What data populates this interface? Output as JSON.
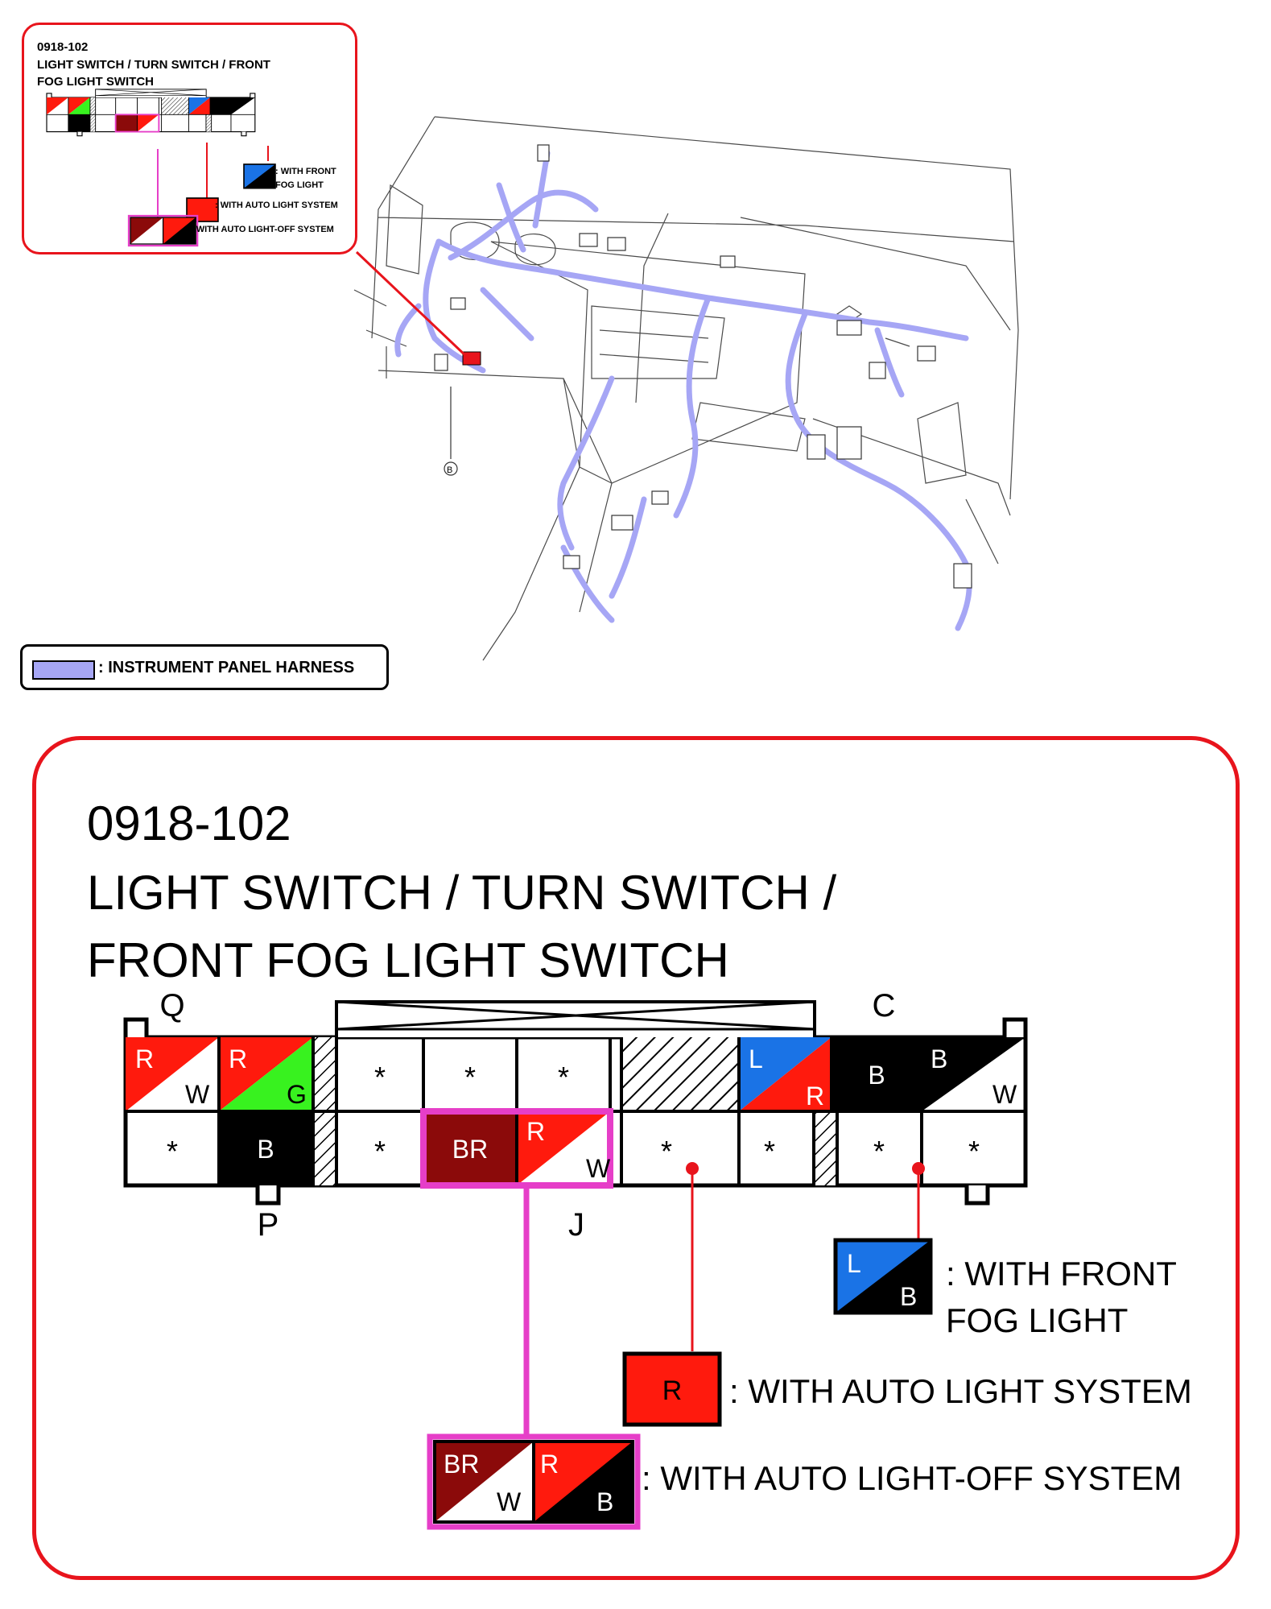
{
  "inset": {
    "code": "0918-102",
    "title": "LIGHT SWITCH / TURN SWITCH / FRONT FOG LIGHT SWITCH"
  },
  "main": {
    "code": "0918-102",
    "title": "LIGHT SWITCH / TURN SWITCH / FRONT FOG LIGHT SWITCH"
  },
  "harness_legend": {
    "label": ": INSTRUMENT PANEL HARNESS",
    "color": "#a6a6f5"
  },
  "connector": {
    "lock_labels": {
      "q": "Q",
      "c": "C",
      "p": "P",
      "j": "J"
    },
    "asterisk": "*",
    "top_row": {
      "t1": {
        "a": "R",
        "b": "W"
      },
      "t2": {
        "a": "R",
        "b": "G"
      },
      "t7": {
        "a": "L",
        "b": "R"
      },
      "t8": {
        "a": "B"
      },
      "t9": {
        "a": "B",
        "b": "W"
      }
    },
    "bottom_row": {
      "b2": {
        "a": "B"
      },
      "b4": {
        "a": "BR"
      },
      "b5": {
        "a": "R",
        "b": "W"
      }
    }
  },
  "notes": {
    "fog": {
      "text": ": WITH FRONT FOG LIGHT",
      "a": "L",
      "b": "B"
    },
    "auto": {
      "text": ": WITH AUTO LIGHT SYSTEM",
      "a": "R"
    },
    "autooff": {
      "text": ": WITH AUTO LIGHT-OFF SYSTEM",
      "c1a": "BR",
      "c1b": "W",
      "c2a": "R",
      "c2b": "B"
    }
  },
  "dash": {
    "ground_label": "B"
  },
  "colors": {
    "red": "#ff1a0d",
    "green": "#38f21f",
    "blue": "#1a73e6",
    "brown": "#8b0a0a",
    "black": "#000000",
    "magenta": "#e63ec8",
    "frame_red": "#e8141c",
    "harness": "#a6a6f5"
  }
}
